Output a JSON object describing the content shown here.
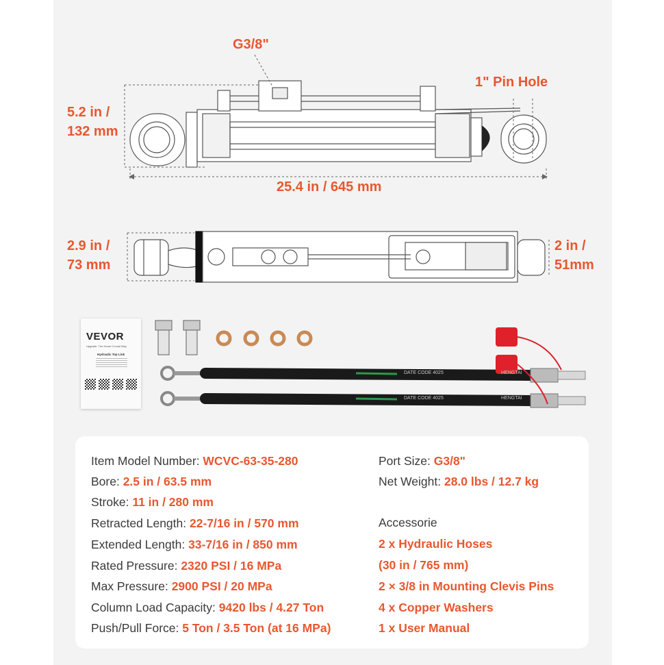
{
  "dimensions": {
    "port_label": "G3/8\"",
    "pin_hole_label": "1\" Pin Hole",
    "height_in": "5.2 in /",
    "height_mm": "132 mm",
    "length": "25.4 in / 645 mm",
    "width_left_in": "2.9 in /",
    "width_left_mm": "73 mm",
    "width_right_in": "2 in /",
    "width_right_mm": "51mm"
  },
  "manual": {
    "brand": "VEVOR",
    "tagline": "Upgrade. The Home Crucial Way",
    "title": "Hydraulic Top Link"
  },
  "hose_print": {
    "brand": "HENGTAI",
    "date_code": "DATE CODE 4025"
  },
  "specs": {
    "left": [
      {
        "label": "Item Model Number: ",
        "value": "WCVC-63-35-280"
      },
      {
        "label": "Bore: ",
        "value": "2.5 in / 63.5 mm"
      },
      {
        "label": "Stroke: ",
        "value": "11 in / 280 mm"
      },
      {
        "label": "Retracted Length: ",
        "value": "22-7/16 in / 570 mm"
      },
      {
        "label": "Extended Length: ",
        "value": "33-7/16 in / 850 mm"
      },
      {
        "label": "Rated Pressure: ",
        "value": "2320 PSI / 16 MPa"
      },
      {
        "label": "Max Pressure: ",
        "value": "2900 PSI / 20 MPa"
      },
      {
        "label": "Column Load Capacity: ",
        "value": "9420 lbs / 4.27 Ton"
      },
      {
        "label": "Push/Pull Force: ",
        "value": "5 Ton / 3.5 Ton (at 16 MPa)"
      }
    ],
    "right": [
      {
        "label": "Port Size: ",
        "value": "G3/8\""
      },
      {
        "label": "Net Weight: ",
        "value": "28.0 lbs / 12.7 kg"
      }
    ],
    "accessories_heading": "Accessorie",
    "accessories": [
      "2 x Hydraulic Hoses",
      "(30 in / 765 mm)",
      "2 × 3/8 in Mounting Clevis Pins",
      "4 x Copper Washers",
      "1 x User Manual"
    ]
  },
  "colors": {
    "accent": "#e8572f",
    "panel": "#f3f3f3",
    "cap_red": "#e0202a"
  }
}
